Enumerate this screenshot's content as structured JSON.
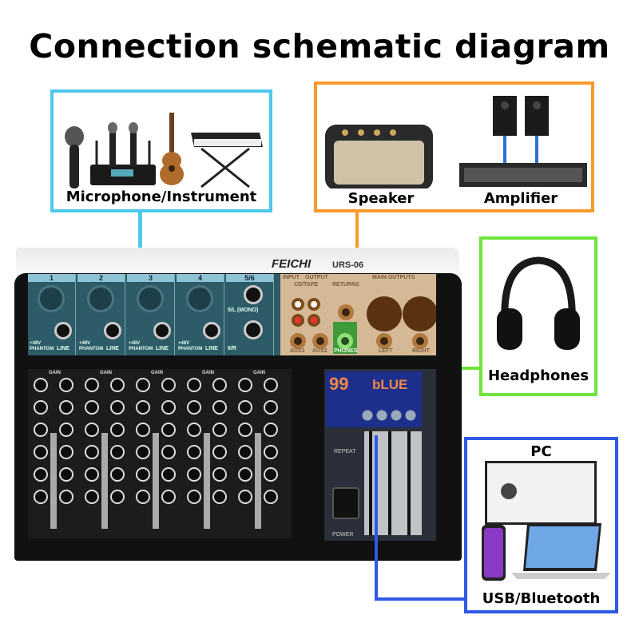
{
  "title": "Connection schematic diagram",
  "colors": {
    "input": "#4fc8ec",
    "output": "#f79a2e",
    "headphones": "#6fe43b",
    "pc": "#2d59e6"
  },
  "inputs": {
    "label": "Microphone/Instrument",
    "devices": [
      "microphone",
      "wireless-microphone-receiver",
      "ukulele",
      "keyboard"
    ]
  },
  "outputs": {
    "speaker_label": "Speaker",
    "amplifier_label": "Amplifier"
  },
  "headphones": {
    "label": "Headphones"
  },
  "pc": {
    "title": "PC",
    "label": "USB/Bluetooth"
  },
  "mixer": {
    "brand": "FEICHI",
    "model": "URS-06",
    "channels": [
      "1",
      "2",
      "3",
      "4",
      "5/6"
    ],
    "jack_labels": {
      "line": "LINE",
      "phantom": "+48V PHANTOM",
      "ch5": "5/L (MONO)",
      "ch6": "6/R"
    },
    "io": {
      "input": "INPUT",
      "output": "OUTPUT",
      "cdtape": "CD/TAPE",
      "returns": "RETURNS",
      "main_outputs": "MAIN OUTPUTS",
      "aux1": "AUX1",
      "aux2": "AUX2",
      "phones": "PHONES",
      "left": "LEFT",
      "right": "RIGHT"
    },
    "display": {
      "number": "99",
      "mode": "bLUE"
    },
    "knob_labels": {
      "gain": "GAIN",
      "repeat": "REPEAT",
      "power": "POWER"
    }
  }
}
